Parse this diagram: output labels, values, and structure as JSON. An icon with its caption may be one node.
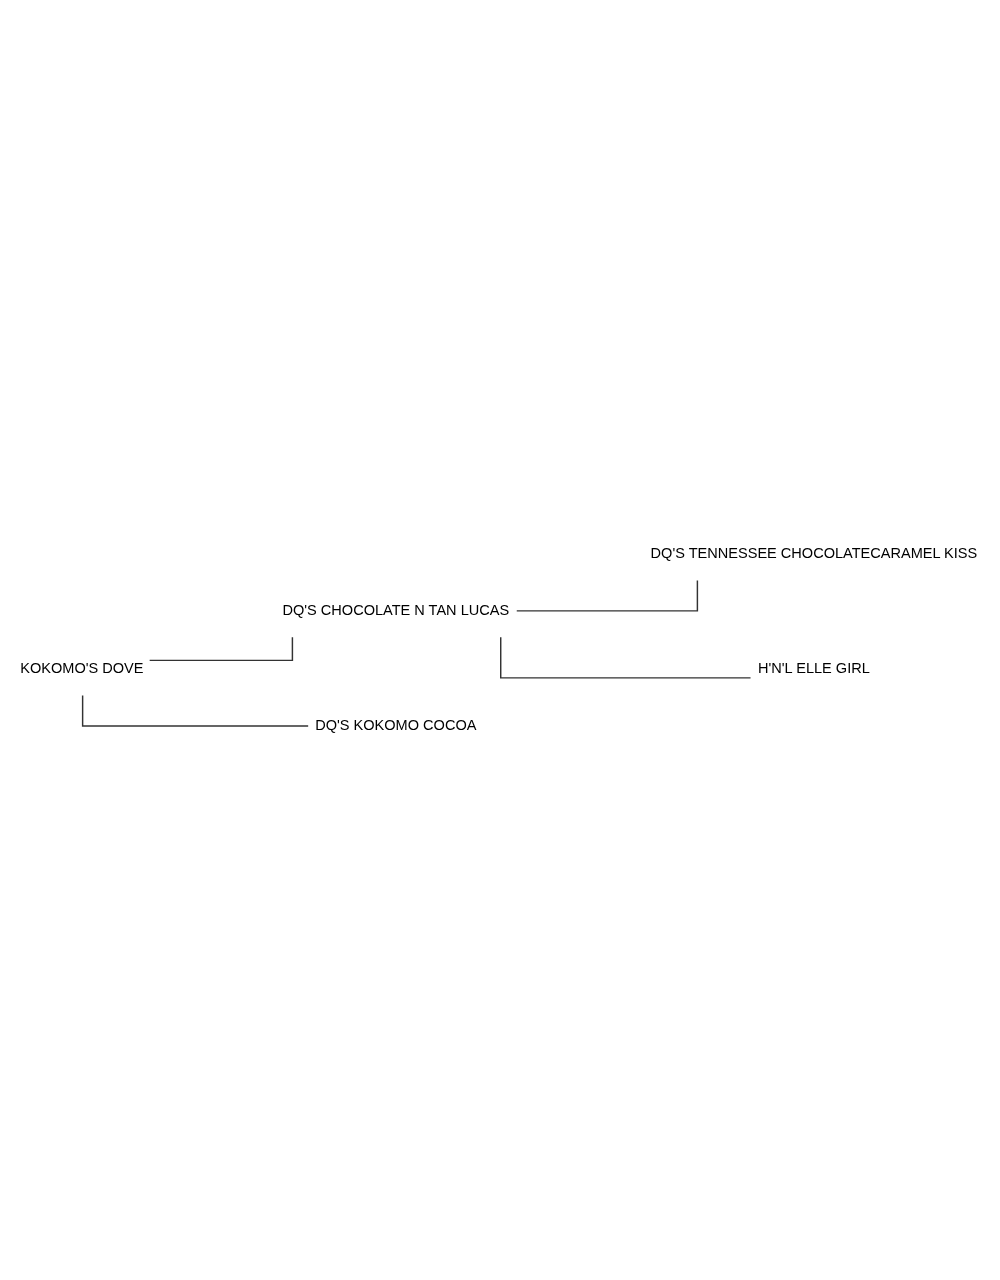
{
  "diagram": {
    "nodes": [
      {
        "text": [
          "DQ'S TENNESSEE CHOCOLATECARAMEL KISS"
        ]
      },
      {
        "text": [
          "DQ'S CHOCOLATE N TAN LUCAS"
        ]
      },
      {
        "text": [
          "H'N'L ELLE GIRL"
        ]
      },
      {
        "text": [
          "KOKOMO'S DOVE"
        ]
      },
      {
        "text": [
          "DQ'S KOKOMO COCOA"
        ]
      }
    ],
    "edges": [
      {
        "from": 3,
        "to": 1,
        "arrow": "none"
      },
      {
        "from": 3,
        "to": 4,
        "arrow": "none"
      },
      {
        "from": 1,
        "to": 0,
        "arrow": "none"
      },
      {
        "from": 1,
        "to": 2,
        "arrow": "none"
      }
    ]
  }
}
